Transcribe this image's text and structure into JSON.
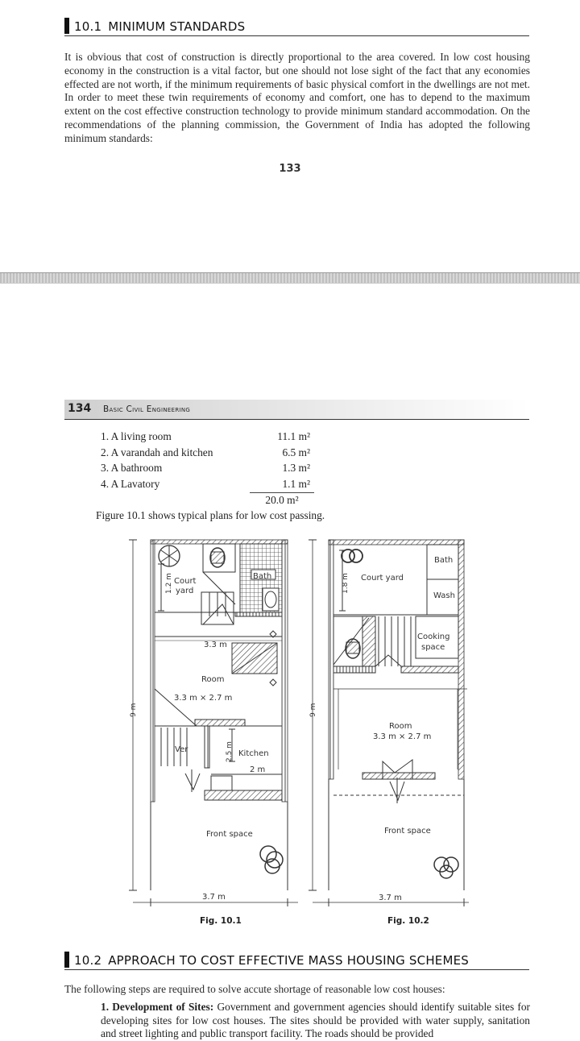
{
  "page133": {
    "section": {
      "bar": "",
      "num": "10.1",
      "title": "MINIMUM STANDARDS"
    },
    "paragraph": "It is obvious that cost of construction is directly proportional to the area covered. In low cost housing economy in the construction is a vital factor, but one should not lose sight of the fact that any economies effected are not worth, if the minimum requirements of  basic physical comfort in the dwellings are not met. In order to meet these twin requirements of economy and comfort, one has to depend to the maximum extent on the cost effective construction technology to provide minimum standard accommodation. On the recommendations of  the planning commission, the Government of India has adopted the following minimum standards:",
    "page_number": "133"
  },
  "page134": {
    "running_number": "134",
    "running_title": "Basic Civil Engineering",
    "standards": [
      {
        "label": "1. A living room",
        "value": "11.1 m²"
      },
      {
        "label": "2. A varandah and kitchen",
        "value": "6.5 m²"
      },
      {
        "label": "3. A bathroom",
        "value": "1.3 m²"
      },
      {
        "label": "4. A Lavatory",
        "value": "1.1 m²"
      }
    ],
    "total": "20.0 m²",
    "figure_text": "Figure 10.1 shows typical plans for low cost passing.",
    "fig1": {
      "caption": "Fig. 10.1",
      "court": "Court",
      "yard": "yard",
      "court_dim": "1.2 m",
      "bath": "Bath",
      "width_top": "3.3 m",
      "room": "Room",
      "room_dim": "3.3 m × 2.7 m",
      "ver": "Ver",
      "kitchen": "Kitchen",
      "kitchen_dim": "2.5 m",
      "kitchen_w": "2 m",
      "front": "Front space",
      "length": "9 m",
      "width": "3.7 m"
    },
    "fig2": {
      "caption": "Fig. 10.2",
      "bath": "Bath",
      "court": "Court yard",
      "court_dim": "1.8 m",
      "wash": "Wash",
      "cooking": "Cooking",
      "space": "space",
      "room": "Room",
      "room_dim": "3.3 m × 2.7 m",
      "front": "Front space",
      "length": "9 m",
      "width": "3.7 m"
    },
    "section2": {
      "bar": "",
      "num": "10.2",
      "title": "APPROACH TO COST EFFECTIVE MASS HOUSING SCHEMES"
    },
    "intro": "The following steps are required to solve accute shortage of reasonable low cost houses:",
    "item1_label": "1. Development of Sites:",
    "item1_text": " Government and government agencies should identify suitable sites for developing sites for low cost houses. The sites should be provided with water supply, sanitation and street lighting and public transport facility. The roads should be provided"
  }
}
